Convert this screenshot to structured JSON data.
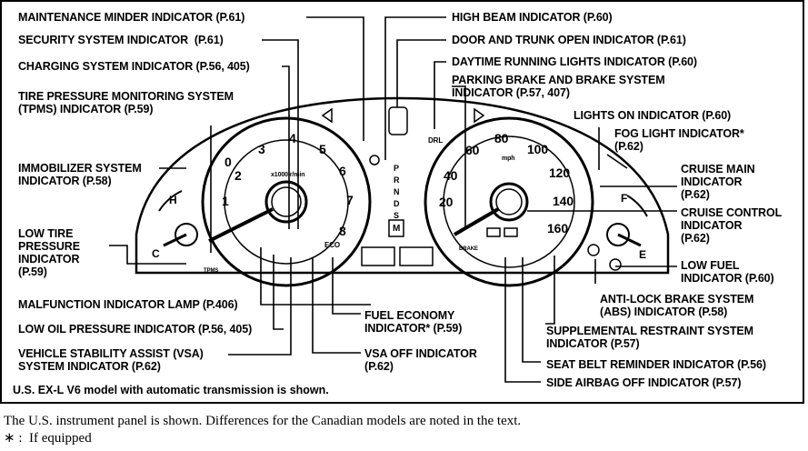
{
  "labels": {
    "maintenance": "MAINTENANCE MINDER INDICATOR (P.61)",
    "security": "SECURITY SYSTEM INDICATOR  (P.61)",
    "charging": "CHARGING SYSTEM INDICATOR (P.56, 405)",
    "tpms": "TIRE PRESSURE MONITORING SYSTEM\n(TPMS) INDICATOR (P.59)",
    "immobilizer": "IMMOBILIZER SYSTEM\nINDICATOR (P.58)",
    "low_tire": "LOW TIRE\nPRESSURE\nINDICATOR\n(P.59)",
    "mil": "MALFUNCTION INDICATOR LAMP (P.406)",
    "oil": "LOW OIL PRESSURE INDICATOR (P.56, 405)",
    "vsa": "VEHICLE STABILITY ASSIST (VSA)\nSYSTEM INDICATOR (P.62)",
    "high_beam": "HIGH BEAM INDICATOR (P.60)",
    "door": "DOOR AND TRUNK OPEN INDICATOR (P.61)",
    "drl": "DAYTIME RUNNING LIGHTS INDICATOR (P.60)",
    "parking": "PARKING BRAKE AND BRAKE SYSTEM\nINDICATOR (P.57, 407)",
    "lights_on": "LIGHTS ON INDICATOR (P.60)",
    "fog": "FOG LIGHT INDICATOR*\n(P.62)",
    "cruise_main": "CRUISE MAIN\nINDICATOR\n(P.62)",
    "cruise_control": "CRUISE CONTROL\nINDICATOR\n(P.62)",
    "low_fuel": "LOW FUEL\nINDICATOR (P.60)",
    "abs": "ANTI-LOCK BRAKE SYSTEM\n(ABS) INDICATOR (P.58)",
    "fuel_economy": "FUEL ECONOMY\nINDICATOR* (P.59)",
    "vsa_off": "VSA OFF INDICATOR\n(P.62)",
    "srs": "SUPPLEMENTAL RESTRAINT SYSTEM\nINDICATOR (P.57)",
    "seat_belt": "SEAT BELT REMINDER INDICATOR (P.56)",
    "side_airbag": "SIDE AIRBAG OFF INDICATOR (P.57)"
  },
  "model_note": "U.S. EX-L V6 model with automatic transmission is shown.",
  "footnote": {
    "line1": "The U.S. instrument panel is shown. Differences for the Canadian models are noted in the text.",
    "line2": "∗ :  If equipped"
  },
  "gauges": {
    "tach_numbers": [
      "0",
      "1",
      "2",
      "3",
      "4",
      "5",
      "6",
      "7",
      "8"
    ],
    "tach_unit": "x1000 r/min",
    "speedo_numbers": [
      "20",
      "40",
      "60",
      "80",
      "100",
      "120",
      "140",
      "160"
    ],
    "speedo_unit": "mph",
    "gear_letters": [
      "P",
      "R",
      "N",
      "D",
      "S"
    ],
    "gear_mode": "M",
    "temp_hot": "H",
    "temp_cold": "C",
    "fuel_full": "F",
    "fuel_empty": "E",
    "drl_text": "DRL",
    "eco_text": "ECO",
    "brake_text": "BRAKE",
    "tpms_text": "TPMS"
  },
  "colors": {
    "line": "#000000",
    "background": "#ffffff"
  }
}
